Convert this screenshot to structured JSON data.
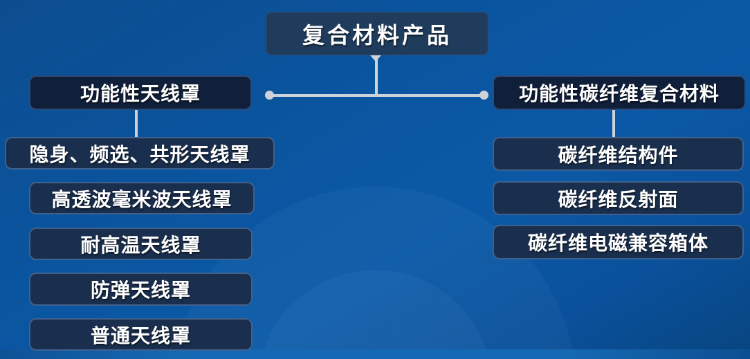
{
  "diagram": {
    "root": "复合材料产品",
    "branches": [
      {
        "header": "功能性天线罩",
        "items": [
          "隐身、频选、共形天线罩",
          "高透波毫米波天线罩",
          "耐高温天线罩",
          "防弹天线罩",
          "普通天线罩"
        ]
      },
      {
        "header": "功能性碳纤维复合材料",
        "items": [
          "碳纤维结构件",
          "碳纤维反射面",
          "碳纤维电磁兼容箱体"
        ]
      }
    ]
  },
  "colors": {
    "background_blue": "#0a55a0",
    "bottom_band_blue": "#1569b4",
    "root_box_fill": "#203c5d",
    "header_box_fill": "#101f3a",
    "item_box_fill": "#1a2f4e",
    "item_box_border": "#40618d",
    "header_box_border": "#2e4a77",
    "connector_gray": "#ccd2d8",
    "text_white": "#ffffff"
  }
}
